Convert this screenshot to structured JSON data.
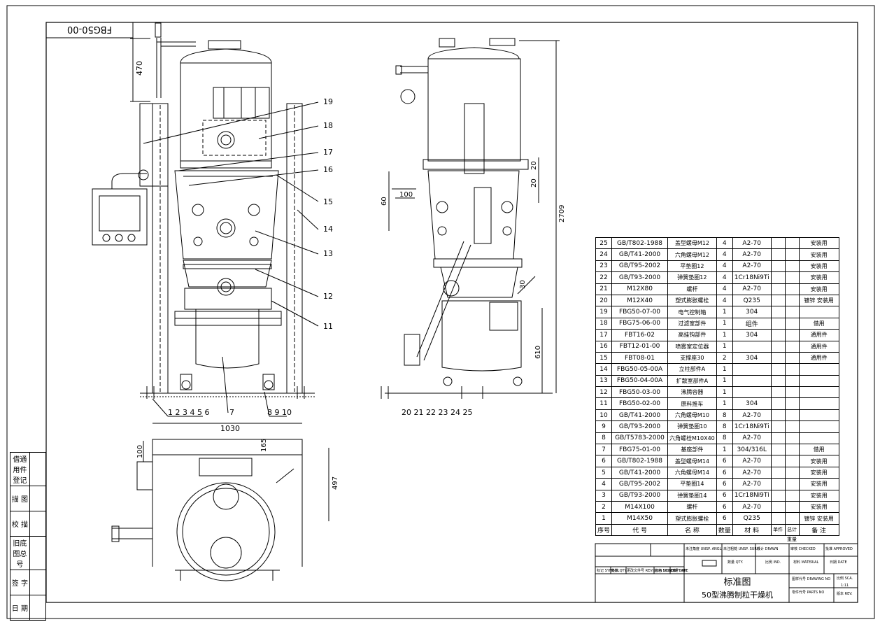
{
  "drawing_number": "FBG50-00",
  "dims": {
    "d470": "470",
    "d2709": "2709",
    "d1030": "1030",
    "d497": "497",
    "d100a": "100",
    "d100b": "100",
    "d60": "60",
    "d20a": "20",
    "d20b": "20",
    "d30": "30",
    "d610": "610",
    "d165": "165"
  },
  "front_callouts": [
    "19",
    "18",
    "17",
    "16",
    "15",
    "14",
    "13",
    "12",
    "11"
  ],
  "bottom_labels": {
    "front_left": "1 2 3 4 5 6",
    "front_mid": "7",
    "front_right": "8 9 10",
    "side": "20 21 22 23 24 25"
  },
  "side_table": [
    "借通用件登记",
    "描 图",
    "校 描",
    "旧底图总号",
    "签 字",
    "日 期"
  ],
  "bom": [
    {
      "no": "25",
      "code": "GB/T802-1988",
      "name": "盖型螺母M12",
      "qty": "4",
      "mat": "A2-70",
      "note": "安装用"
    },
    {
      "no": "24",
      "code": "GB/T41-2000",
      "name": "六角螺母M12",
      "qty": "4",
      "mat": "A2-70",
      "note": "安装用"
    },
    {
      "no": "23",
      "code": "GB/T95-2002",
      "name": "平垫圈12",
      "qty": "4",
      "mat": "A2-70",
      "note": "安装用"
    },
    {
      "no": "22",
      "code": "GB/T93-2000",
      "name": "弹簧垫圈12",
      "qty": "4",
      "mat": "1Cr18Ni9Ti",
      "note": "安装用"
    },
    {
      "no": "21",
      "code": "M12X80",
      "name": "螺杆",
      "qty": "4",
      "mat": "A2-70",
      "note": "安装用"
    },
    {
      "no": "20",
      "code": "M12X40",
      "name": "塑式膨胀螺栓",
      "qty": "4",
      "mat": "Q235",
      "note": "镀锌 安装用"
    },
    {
      "no": "19",
      "code": "FBG50-07-00",
      "name": "电气控制箱",
      "qty": "1",
      "mat": "304",
      "note": ""
    },
    {
      "no": "18",
      "code": "FBG75-06-00",
      "name": "过滤室部件",
      "qty": "1",
      "mat": "组件",
      "note": "借用"
    },
    {
      "no": "17",
      "code": "FBT16-02",
      "name": "高挂钩部件",
      "qty": "1",
      "mat": "304",
      "note": "通用件"
    },
    {
      "no": "16",
      "code": "FBT12-01-00",
      "name": "喷雾室定位器",
      "qty": "1",
      "mat": "",
      "note": "通用件"
    },
    {
      "no": "15",
      "code": "FBT08-01",
      "name": "支撑座30",
      "qty": "2",
      "mat": "304",
      "note": "通用件"
    },
    {
      "no": "14",
      "code": "FBG50-05-00A",
      "name": "立柱部件A",
      "qty": "1",
      "mat": "",
      "note": ""
    },
    {
      "no": "13",
      "code": "FBG50-04-00A",
      "name": "扩散室部件A",
      "qty": "1",
      "mat": "",
      "note": ""
    },
    {
      "no": "12",
      "code": "FBG50-03-00",
      "name": "沸腾容器",
      "qty": "1",
      "mat": "",
      "note": ""
    },
    {
      "no": "11",
      "code": "FBG50-02-00",
      "name": "原料推车",
      "qty": "1",
      "mat": "304",
      "note": ""
    },
    {
      "no": "10",
      "code": "GB/T41-2000",
      "name": "六角螺母M10",
      "qty": "8",
      "mat": "A2-70",
      "note": ""
    },
    {
      "no": "9",
      "code": "GB/T93-2000",
      "name": "弹簧垫圈10",
      "qty": "8",
      "mat": "1Cr18Ni9Ti",
      "note": ""
    },
    {
      "no": "8",
      "code": "GB/T5783-2000",
      "name": "六角螺栓M10X40",
      "qty": "8",
      "mat": "A2-70",
      "note": ""
    },
    {
      "no": "7",
      "code": "FBG75-01-00",
      "name": "基座部件",
      "qty": "1",
      "mat": "304/316L",
      "note": "借用"
    },
    {
      "no": "6",
      "code": "GB/T802-1988",
      "name": "盖型螺母M14",
      "qty": "6",
      "mat": "A2-70",
      "note": "安装用"
    },
    {
      "no": "5",
      "code": "GB/T41-2000",
      "name": "六角螺母M14",
      "qty": "6",
      "mat": "A2-70",
      "note": "安装用"
    },
    {
      "no": "4",
      "code": "GB/T95-2002",
      "name": "平垫圈14",
      "qty": "6",
      "mat": "A2-70",
      "note": "安装用"
    },
    {
      "no": "3",
      "code": "GB/T93-2000",
      "name": "弹簧垫圈14",
      "qty": "6",
      "mat": "1Cr18Ni9Ti",
      "note": "安装用"
    },
    {
      "no": "2",
      "code": "M14X100",
      "name": "螺杆",
      "qty": "6",
      "mat": "A2-70",
      "note": "安装用"
    },
    {
      "no": "1",
      "code": "M14X50",
      "name": "塑式膨胀螺栓",
      "qty": "6",
      "mat": "Q235",
      "note": "镀锌 安装用"
    }
  ],
  "bom_header": {
    "no": "序号",
    "code": "代 号",
    "name": "名 称",
    "qty": "数量",
    "mat": "材 料",
    "w1": "单件",
    "w2": "总计",
    "weight": "重量",
    "note": "备 注"
  },
  "title_block": {
    "standard": "标准图",
    "title": "50型沸腾制粒干燥机",
    "drawn": "设计 DRAWN",
    "checked": "审核 CHECKED",
    "approved": "批准 APPROVED",
    "qty": "数量 QTY.",
    "ind": "比例 IND.",
    "material": "材料 MATERIAL",
    "date": "日期 DATE",
    "drawing_no": "图样代号 DRAWING NO",
    "parts_no": "零件代号 PARTS NO",
    "scale": "比例 SCA.",
    "scale_val": "1:11",
    "rev": "版本 REV.",
    "tol_angle": "未注角度 UNSP. ANGL",
    "tol_surf": "未注粗糙 UNSP. SURFI",
    "rev_mark": "标记 SYMBOL",
    "rev_qty": "处数 QTY.",
    "rev_desc": "更改文件号 REVISION DESCRIPTION",
    "rev_sign": "签名 SIGNED",
    "rev_date": "日期 DATE"
  }
}
